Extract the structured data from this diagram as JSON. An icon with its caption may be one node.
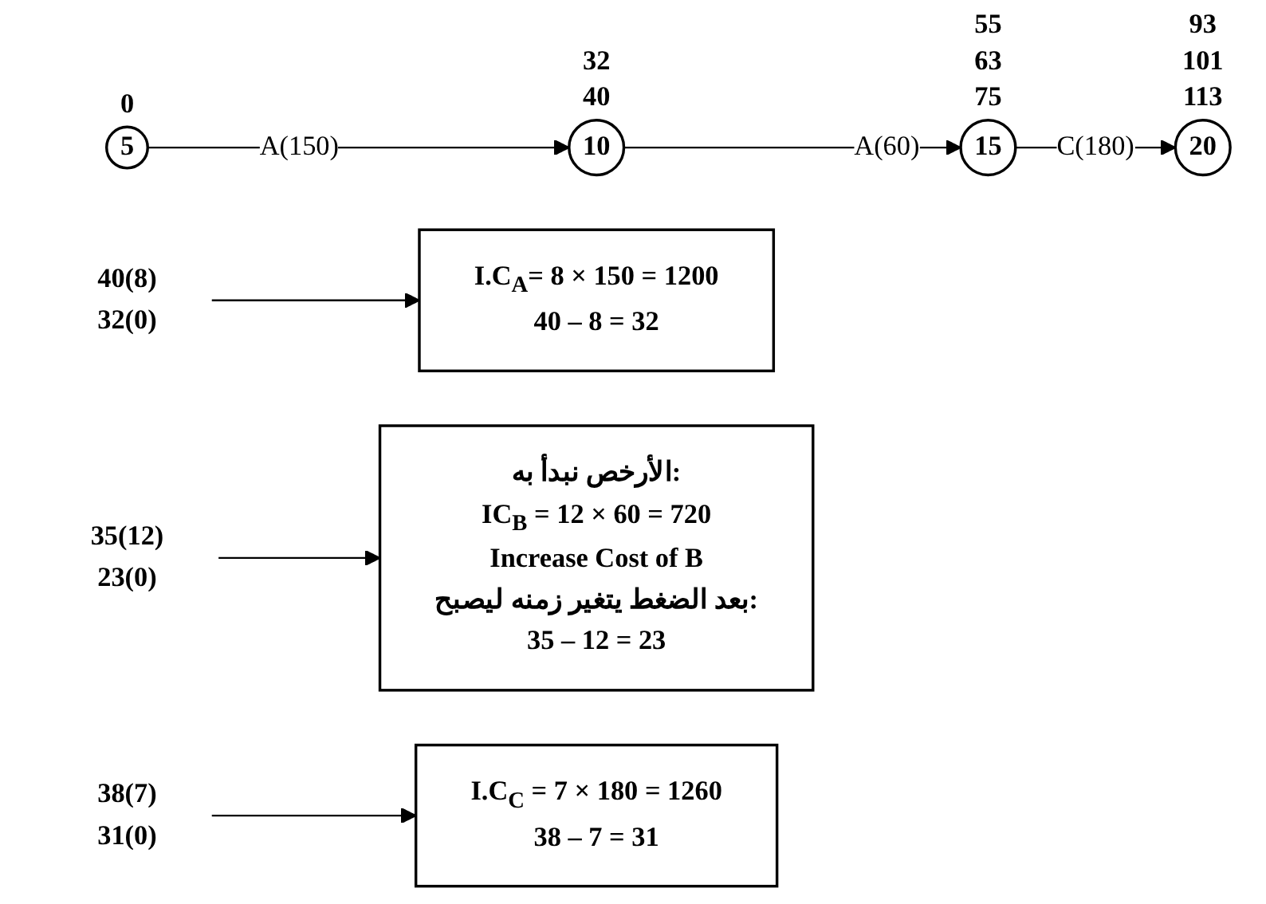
{
  "diagram": {
    "nodes": [
      {
        "text": [
          "5"
        ],
        "beside": [
          "0"
        ]
      },
      {
        "text": [
          "10"
        ],
        "beside": [
          "32",
          "40"
        ]
      },
      {
        "text": [
          "15"
        ],
        "beside": [
          "55",
          "63",
          "75"
        ]
      },
      {
        "text": [
          "20"
        ],
        "beside": [
          "93",
          "101",
          "113"
        ]
      },
      {
        "text": [
          "40(8)",
          "32(0)"
        ]
      },
      {
        "text": [
          "35(12)",
          "23(0)"
        ]
      },
      {
        "text": [
          "38(7)",
          "31(0)"
        ]
      },
      {
        "text": [
          "I.C$_{A}$= 8 × 150 = 1200",
          "40 – 8 = 32"
        ]
      },
      {
        "text": [
          "الأرخص نبدأ به:",
          "IC$_{B}$ = 12 × 60 = 720",
          "Increase Cost of B",
          "بعد الضغط يتغير زمنه ليصبح:",
          "35 – 12 = 23"
        ]
      },
      {
        "text": [
          "I.C$_{C}$ = 7 × 180 = 1260",
          "38 – 7 = 31"
        ]
      }
    ],
    "edges": [
      {
        "from": 0,
        "to": 1,
        "arrow": "to",
        "label": "A(150)"
      },
      {
        "from": 1,
        "to": 2,
        "arrow": "to",
        "label": "A(60)"
      },
      {
        "from": 2,
        "to": 3,
        "arrow": "to",
        "label": "C(180)"
      },
      {
        "from": 4,
        "to": 7,
        "arrow": "to"
      },
      {
        "from": 5,
        "to": 8,
        "arrow": "to"
      },
      {
        "from": 6,
        "to": 9,
        "arrow": "to"
      }
    ]
  }
}
